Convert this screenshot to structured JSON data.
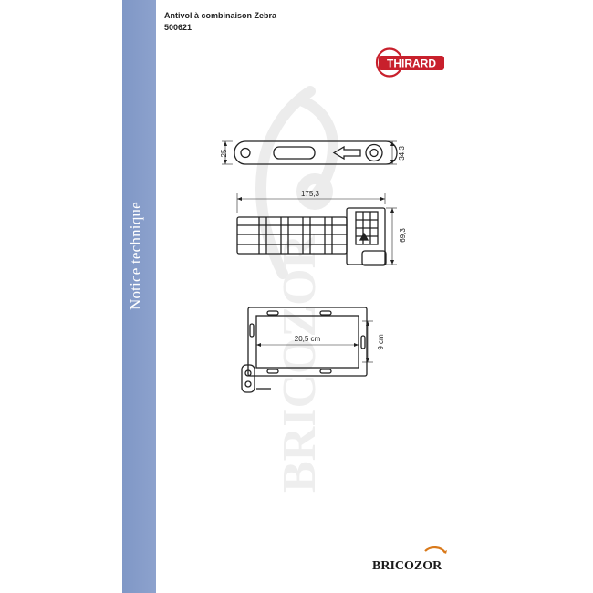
{
  "sidebar": {
    "title": "Notice technique"
  },
  "header": {
    "product_title": "Antivol à combinaison Zebra",
    "reference": "500621"
  },
  "logos": {
    "brand": "THIRARD",
    "brand_color": "#c8202c",
    "distributor": "BRICOZOR",
    "distributor_color": "#d9791a"
  },
  "watermark": {
    "text": "BRICOZOR"
  },
  "dimensions": {
    "top_height": "25",
    "top_right": "34,3",
    "length": "175,3",
    "height": "69,3",
    "frame_width": "20,5 cm",
    "frame_height": "9 cm"
  },
  "colors": {
    "sidebar": "#8da2cd",
    "text": "#222222"
  }
}
